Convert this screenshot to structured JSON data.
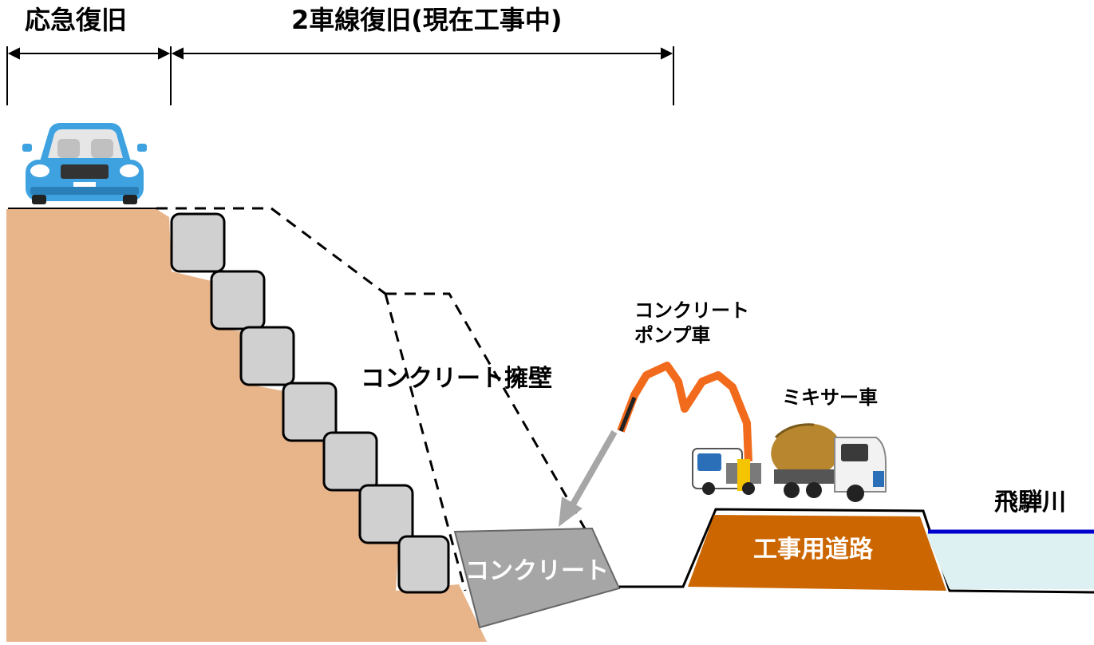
{
  "labels": {
    "emergency_restoration": "応急復旧",
    "two_lane_restoration": "2車線復旧(現在工事中)",
    "concrete_retaining_wall": "コンクリート擁壁",
    "concrete": "コンクリート",
    "pump_truck_line1": "コンクリート",
    "pump_truck_line2": "ポンプ車",
    "mixer_truck": "ミキサー車",
    "construction_road": "工事用道路",
    "river": "飛騨川"
  },
  "colors": {
    "earth": "#E8B48A",
    "blocks": "#D0D0D0",
    "concrete": "#A6A6A6",
    "construction_road": "#CC6600",
    "river_water": "#DDF0F2",
    "river_surface": "#0000CC",
    "car_body": "#3FA2E0",
    "pump_boom": "#F26A1B",
    "arrow": "#A6A6A6"
  },
  "icons": [
    "car-icon",
    "concrete-pump-truck-icon",
    "mixer-truck-icon"
  ]
}
